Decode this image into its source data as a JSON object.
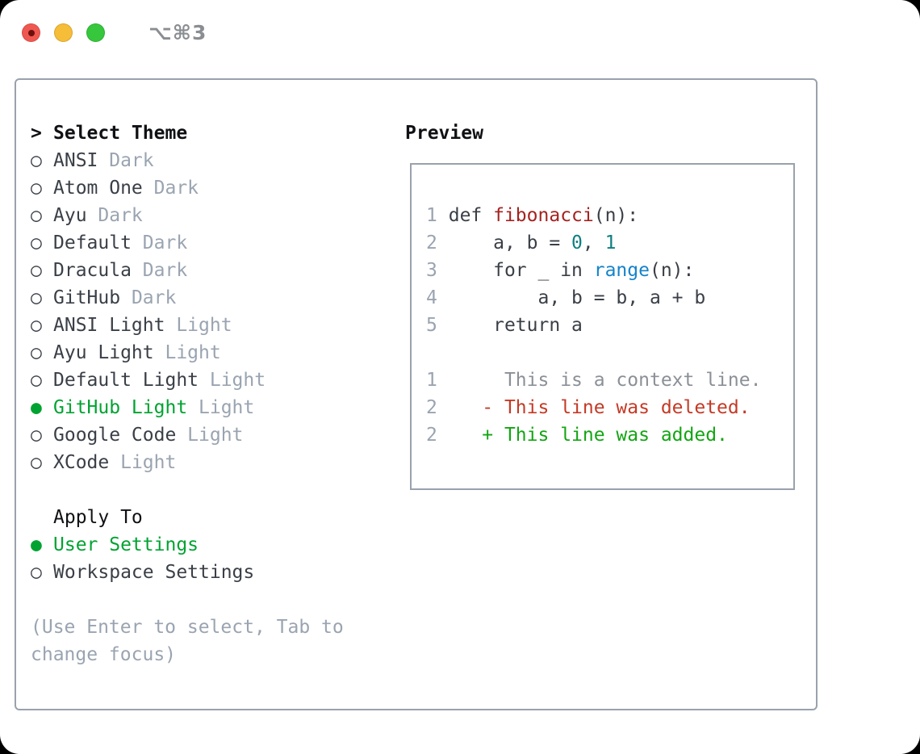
{
  "window": {
    "title": "⌥⌘3"
  },
  "colors": {
    "accent_green": "#00a331",
    "heading_black": "#101114",
    "text_dark": "#3a3f47",
    "muted": "#9aa4b1",
    "border_gray": "#99a2ac",
    "title_gray": "#8a8d91",
    "traffic_red": "#ef5850",
    "traffic_red_dot": "#6d100c",
    "traffic_yellow": "#f5bd38",
    "traffic_green": "#36c73c",
    "code_function": "#a42321",
    "code_number": "#0e7f80",
    "code_builtin": "#1583c9",
    "diff_context": "#8b9097",
    "diff_deleted": "#c43a26",
    "diff_added": "#13a513"
  },
  "theme_picker": {
    "header_prefix": ">",
    "header": "Select Theme",
    "items": [
      {
        "label": "ANSI",
        "variant": "Dark",
        "selected": false
      },
      {
        "label": "Atom One",
        "variant": "Dark",
        "selected": false
      },
      {
        "label": "Ayu",
        "variant": "Dark",
        "selected": false
      },
      {
        "label": "Default",
        "variant": "Dark",
        "selected": false
      },
      {
        "label": "Dracula",
        "variant": "Dark",
        "selected": false
      },
      {
        "label": "GitHub",
        "variant": "Dark",
        "selected": false
      },
      {
        "label": "ANSI Light",
        "variant": "Light",
        "selected": false
      },
      {
        "label": "Ayu Light",
        "variant": "Light",
        "selected": false
      },
      {
        "label": "Default Light",
        "variant": "Light",
        "selected": false
      },
      {
        "label": "GitHub Light",
        "variant": "Light",
        "selected": true
      },
      {
        "label": "Google Code",
        "variant": "Light",
        "selected": false
      },
      {
        "label": "XCode",
        "variant": "Light",
        "selected": false
      }
    ]
  },
  "apply_to": {
    "header": "Apply To",
    "options": [
      {
        "label": "User Settings",
        "selected": true
      },
      {
        "label": "Workspace Settings",
        "selected": false
      }
    ]
  },
  "hint": "(Use Enter to select, Tab to change focus)",
  "preview": {
    "header": "Preview",
    "code_lines": [
      {
        "num": "1",
        "tokens": [
          {
            "t": "def ",
            "s": "text"
          },
          {
            "t": "fibonacci",
            "s": "function"
          },
          {
            "t": "(n):",
            "s": "text"
          }
        ]
      },
      {
        "num": "2",
        "tokens": [
          {
            "t": "    a, b = ",
            "s": "text"
          },
          {
            "t": "0",
            "s": "number"
          },
          {
            "t": ", ",
            "s": "text"
          },
          {
            "t": "1",
            "s": "number"
          }
        ]
      },
      {
        "num": "3",
        "tokens": [
          {
            "t": "    for _ in ",
            "s": "text"
          },
          {
            "t": "range",
            "s": "builtin"
          },
          {
            "t": "(n):",
            "s": "text"
          }
        ]
      },
      {
        "num": "4",
        "tokens": [
          {
            "t": "        a, b = b, a + b",
            "s": "text"
          }
        ]
      },
      {
        "num": "5",
        "tokens": [
          {
            "t": "    return a",
            "s": "text"
          }
        ]
      }
    ],
    "diff_lines": [
      {
        "num": "1",
        "kind": "context",
        "text": "     This is a context line."
      },
      {
        "num": "2",
        "kind": "deleted",
        "text": "   - This line was deleted."
      },
      {
        "num": "2",
        "kind": "added",
        "text": "   + This line was added."
      }
    ]
  }
}
